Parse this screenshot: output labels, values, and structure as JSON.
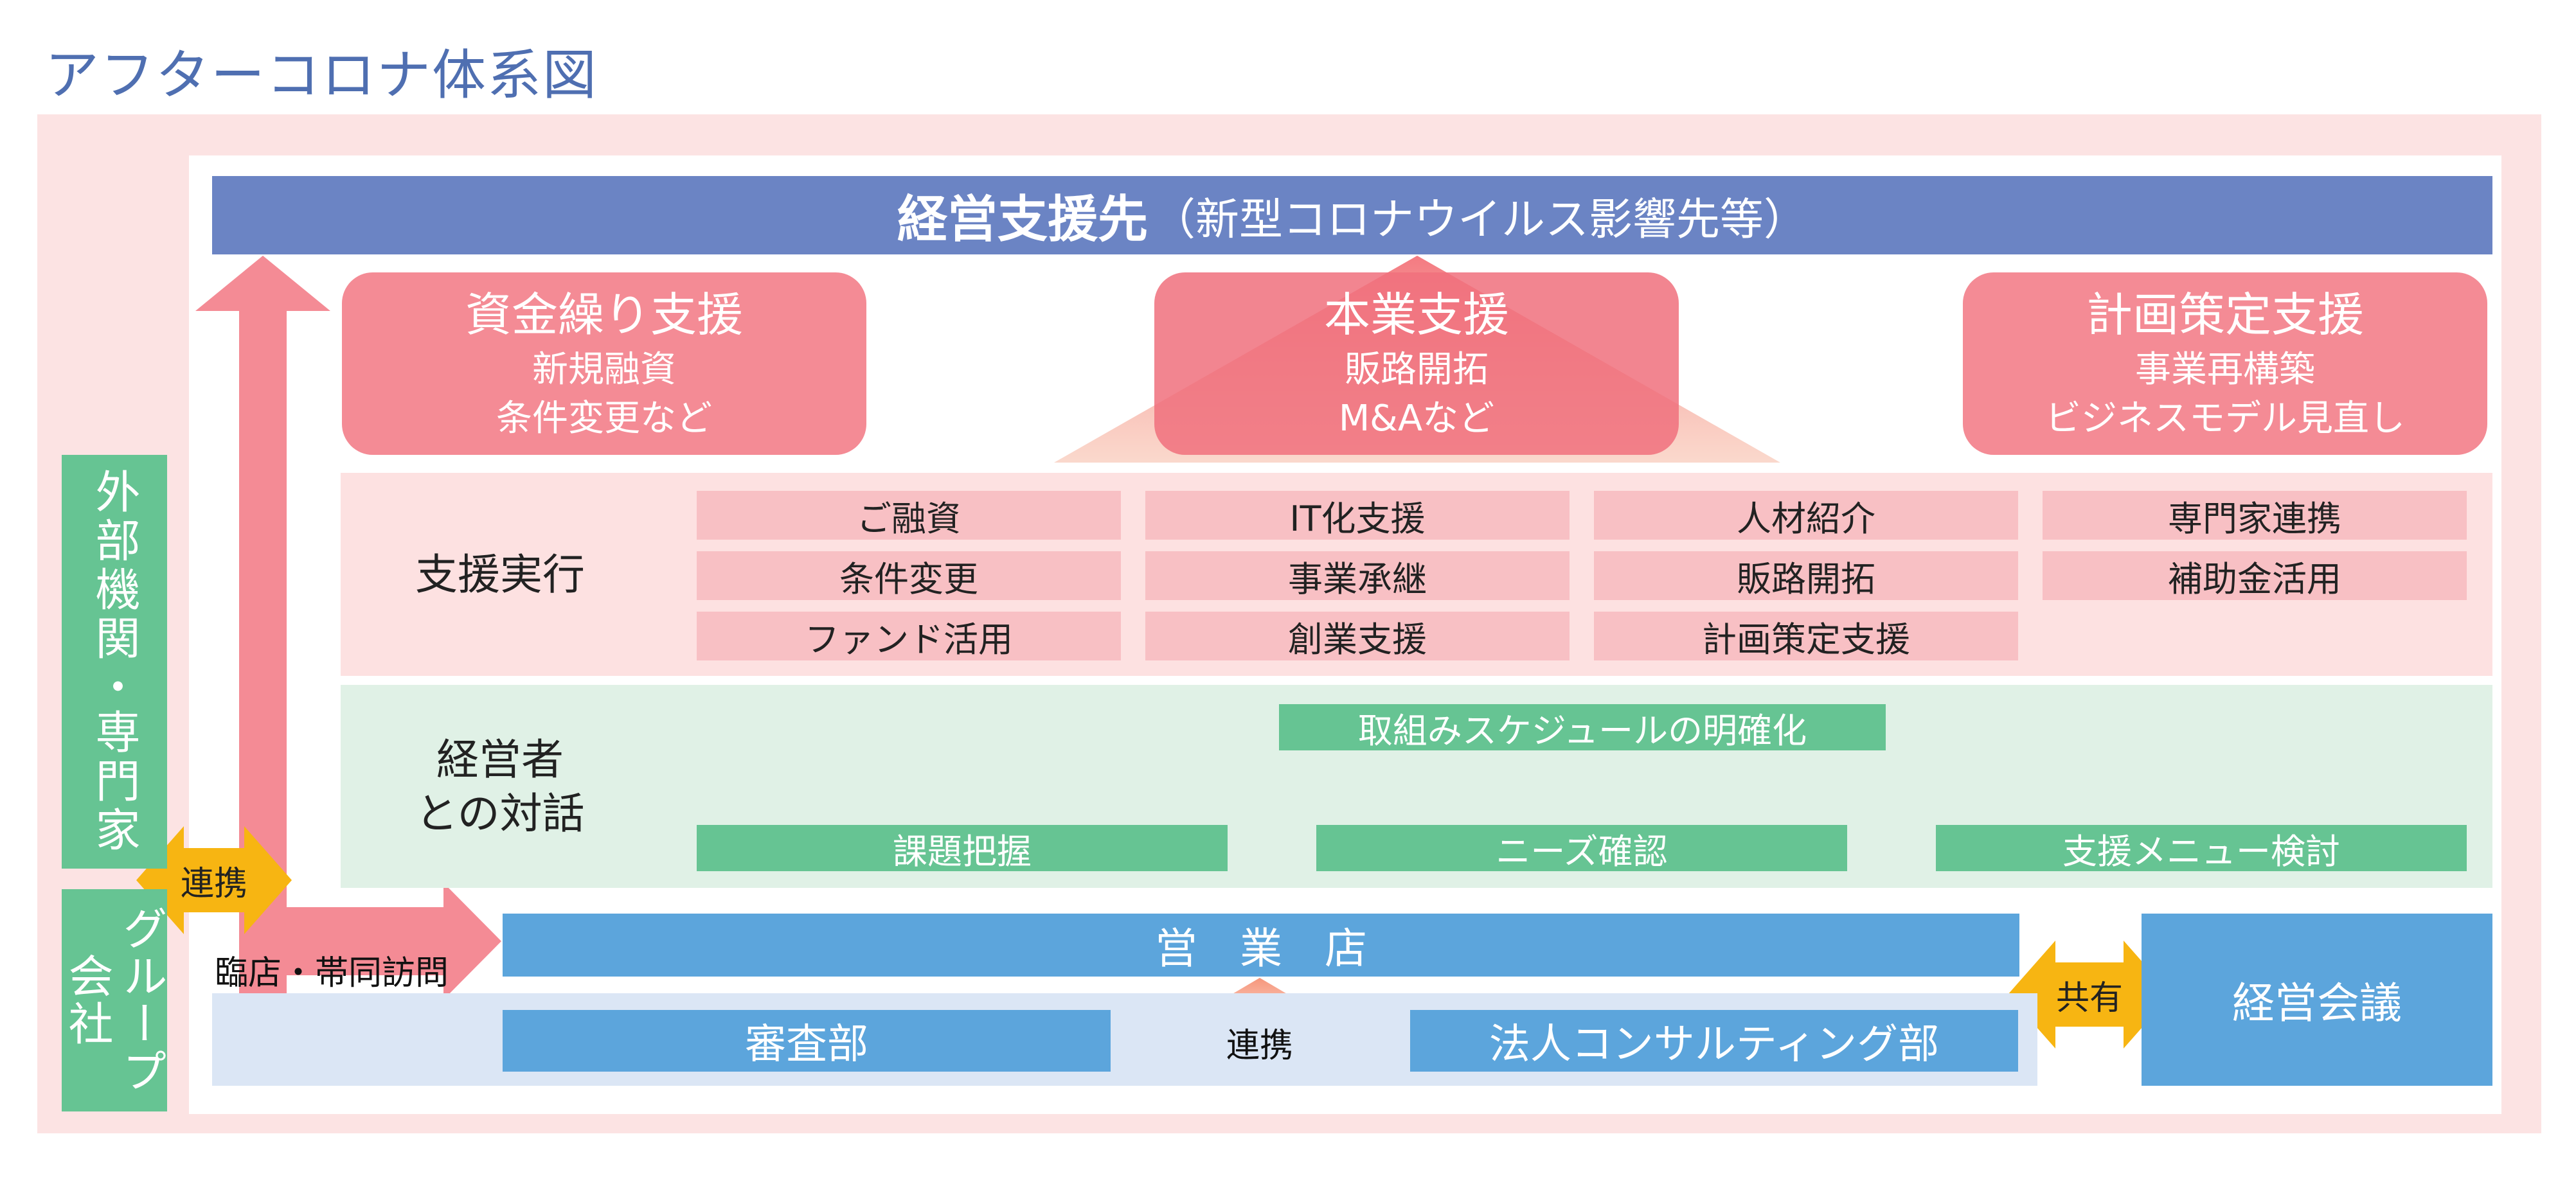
{
  "title": "アフターコロナ体系図",
  "top_bar": {
    "main": "経営支援先",
    "sub": "（新型コロナウイルス影響先等）"
  },
  "cards": [
    {
      "title": "資金繰り支援",
      "lines": [
        "新規融資",
        "条件変更など"
      ]
    },
    {
      "title": "本業支援",
      "lines": [
        "販路開拓",
        "M&Aなど"
      ]
    },
    {
      "title": "計画策定支援",
      "lines": [
        "事業再構築",
        "ビジネスモデル見直し"
      ]
    }
  ],
  "support_exec": {
    "label": "支援実行",
    "items": [
      [
        "ご融資",
        "IT化支援",
        "人材紹介",
        "専門家連携"
      ],
      [
        "条件変更",
        "事業承継",
        "販路開拓",
        "補助金活用"
      ],
      [
        "ファンド活用",
        "創業支援",
        "計画策定支援"
      ]
    ]
  },
  "dialogue": {
    "label_line1": "経営者",
    "label_line2": "との対話",
    "top_item": "取組みスケジュールの明確化",
    "items": [
      "課題把握",
      "ニーズ確認",
      "支援メニュー検討"
    ]
  },
  "external": {
    "label_line1": "外部機関",
    "dot": "・",
    "label_line2": "専門家"
  },
  "group": {
    "line1": "グループ",
    "line2": "会社"
  },
  "link_badge": "連携",
  "visit_label": "臨店・帯同訪問",
  "branch": "営　業　店",
  "review": "審査部",
  "middle_link": "連携",
  "consulting": "法人コンサルティング部",
  "share_badge": "共有",
  "meeting": "経営会議",
  "colors": {
    "pink": "#f48b95",
    "blue": "#5ca5dc",
    "green": "#66c493",
    "navy": "#6b84c4",
    "orange": "#f7b512"
  }
}
